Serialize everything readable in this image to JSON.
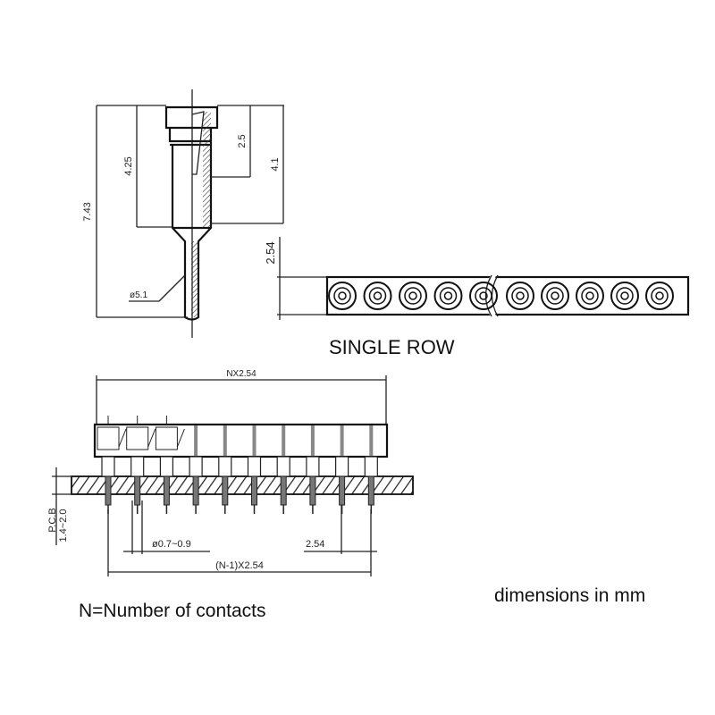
{
  "side_view": {
    "overall_height": "7.43",
    "body_height": "4.25",
    "contact_depth": "2.5",
    "socket_height": "4.1",
    "pitch": "2.54",
    "diameter": "ø5.1"
  },
  "strip": {
    "title": "SINGLE ROW",
    "contact_count_shown": 10
  },
  "front_view": {
    "total_length": "NX2.54",
    "pcb_label": "P.C.B",
    "pcb_thickness": "1.4~2.0",
    "pin_diameter": "ø0.7~0.9",
    "pitch": "2.54",
    "pin_span": "(N-1)X2.54",
    "pin_count": 10
  },
  "notes": {
    "n_definition": "N=Number of contacts",
    "units": "dimensions in mm"
  }
}
